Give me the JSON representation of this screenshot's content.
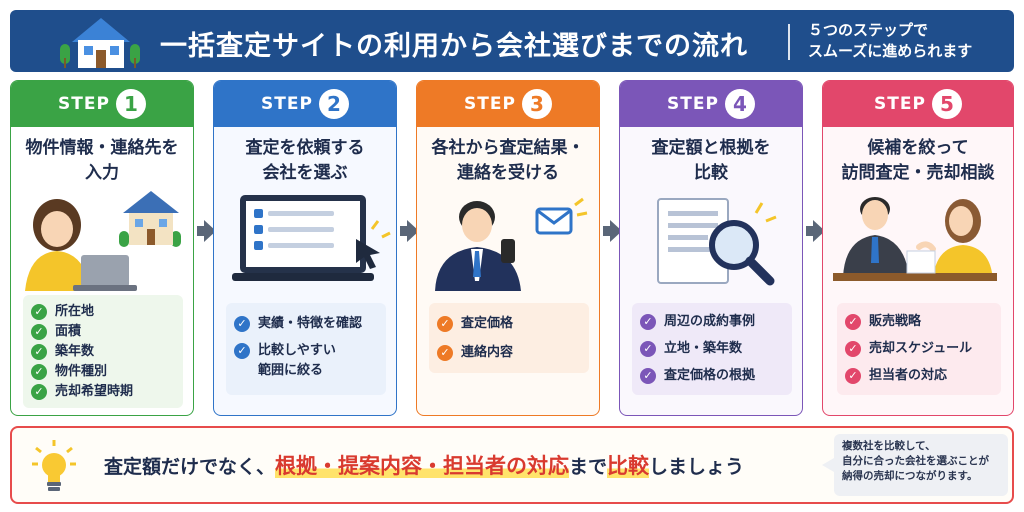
{
  "header": {
    "title": "一括査定サイトの利用から会社選びまでの流れ",
    "sub_line1": "５つのステップで",
    "sub_line2": "スムーズに進められます"
  },
  "colors": {
    "header_bg": "#1f4e8c",
    "step1": "#3aa345",
    "step2": "#2f74c8",
    "step3": "#ee7a26",
    "step4": "#7b56b8",
    "step5": "#e2476b",
    "bottom_border": "#e74c4c",
    "highlight_red": "#d93a2f"
  },
  "steps": [
    {
      "word": "STEP",
      "num": "1",
      "title_line1": "物件情報・連絡先を",
      "title_line2": "入力",
      "icon": "woman-laptop-house-icon",
      "items": [
        "所在地",
        "面積",
        "築年数",
        "物件種別",
        "売却希望時期"
      ]
    },
    {
      "word": "STEP",
      "num": "2",
      "title_line1": "査定を依頼する",
      "title_line2": "会社を選ぶ",
      "icon": "monitor-checklist-cursor-icon",
      "items": [
        "実績・特徴を確認",
        "比較しやすい",
        "範囲に絞る"
      ]
    },
    {
      "word": "STEP",
      "num": "3",
      "title_line1": "各社から査定結果・",
      "title_line2": "連絡を受ける",
      "icon": "man-phone-mail-icon",
      "items": [
        "査定価格",
        "連絡内容"
      ]
    },
    {
      "word": "STEP",
      "num": "4",
      "title_line1": "査定額と根拠を",
      "title_line2": "比較",
      "icon": "document-magnifier-icon",
      "items": [
        "周辺の成約事例",
        "立地・築年数",
        "査定価格の根拠"
      ]
    },
    {
      "word": "STEP",
      "num": "5",
      "title_line1": "候補を絞って",
      "title_line2": "訪問査定・売却相談",
      "icon": "consultation-meeting-icon",
      "items": [
        "販売戦略",
        "売却スケジュール",
        "担当者の対応"
      ]
    }
  ],
  "bottom": {
    "msg_prefix": "査定額だけでなく、",
    "msg_highlight": "根拠・提案内容・担当者の対応",
    "msg_mid": "まで",
    "msg_highlight2": "比較",
    "msg_suffix": "しましょう",
    "bubble_line1": "複数社を比較して、",
    "bubble_line2": "自分に合った会社を選ぶことが",
    "bubble_line3": "納得の売却につながります。"
  }
}
